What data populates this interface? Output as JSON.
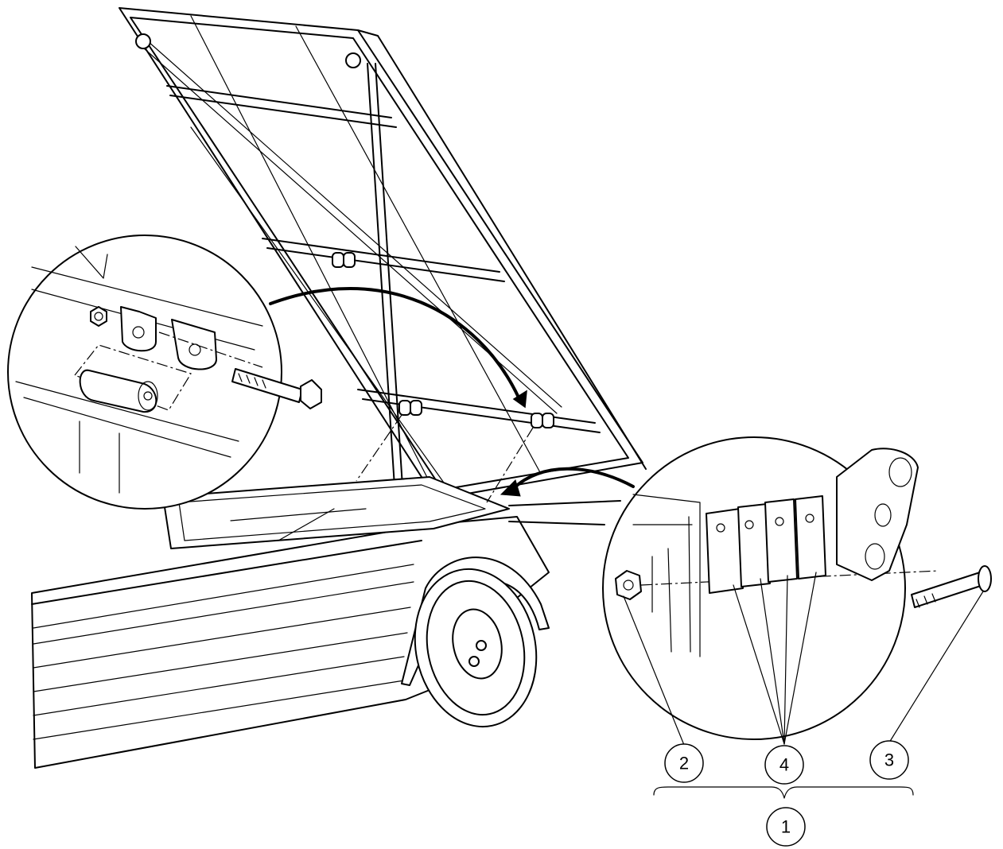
{
  "figure": {
    "callouts": [
      {
        "id": "2",
        "label": "2"
      },
      {
        "id": "4",
        "label": "4"
      },
      {
        "id": "3",
        "label": "3"
      },
      {
        "id": "1",
        "label": "1"
      }
    ]
  }
}
